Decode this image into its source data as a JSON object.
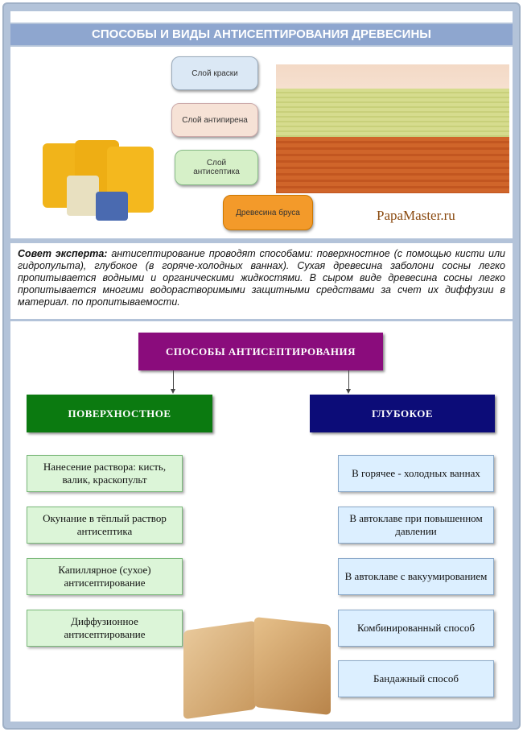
{
  "title": "СПОСОБЫ И ВИДЫ АНТИСЕПТИРОВАНИЯ ДРЕВЕСИНЫ",
  "hero": {
    "labels": [
      "Слой краски",
      "Слой антипирена",
      "Слой антисептика",
      "Древесина бруса"
    ],
    "logo": "PapaMaster.ru"
  },
  "tip": {
    "label": "Совет эксперта:",
    "text": "антисептирование проводят способами: поверхностное (с помощью кисти или гидропульта), глубокое (в горяче-холодных ваннах). Сухая древесина заболони сосны легко пропитывается водными и органическими жидкостями. В сыром виде древесина сосны легко пропитывается многими водорастворимыми защитными средствами за счет их диффузии в материал. по пропитываемости."
  },
  "diagram": {
    "root": "СПОСОБЫ АНТИСЕПТИРОВАНИЯ",
    "left": {
      "title": "ПОВЕРХНОСТНОЕ",
      "items": [
        "Нанесение раствора: кисть, валик, краскопульт",
        "Окунание в тёплый раствор антисептика",
        "Капиллярное (сухое) антисептирование",
        "Диффузионное антисептирование"
      ]
    },
    "right": {
      "title": "ГЛУБОКОЕ",
      "items": [
        "В горячее - холодных ваннах",
        "В автоклаве при повышенном давлении",
        "В автоклаве с вакуумированием",
        "Комбинированный способ",
        "Бандажный способ"
      ]
    }
  },
  "colors": {
    "root": "#8a0c7c",
    "left": "#0b7a10",
    "right": "#0c0c78",
    "titlebar": "#8ea6cf"
  }
}
